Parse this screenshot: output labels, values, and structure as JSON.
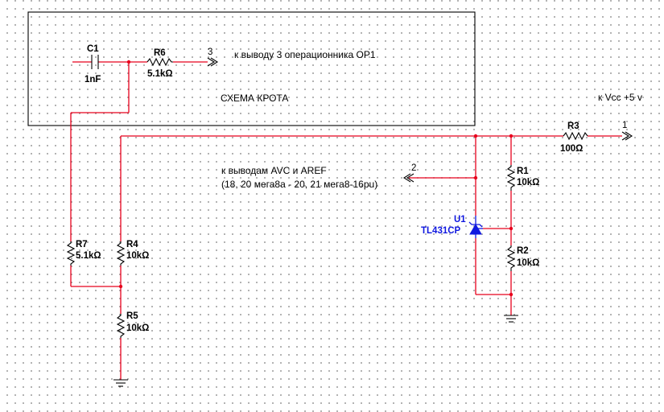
{
  "subcircuit": {
    "caption": "СХЕМА КРОТА",
    "output_note": "к выводу 3 операционника OP1",
    "output_pin": "3"
  },
  "vcc": {
    "note": "к Vcc +5 v",
    "pin": "1"
  },
  "avc": {
    "note_line1": "к выводам AVC и AREF",
    "note_line2": "(18, 20 мега8а - 20, 21 мега8-16pu)",
    "pin": "2"
  },
  "components": {
    "c1": {
      "ref": "C1",
      "value": "1nF"
    },
    "r6": {
      "ref": "R6",
      "value": "5.1kΩ"
    },
    "r3": {
      "ref": "R3",
      "value": "100Ω"
    },
    "r1": {
      "ref": "R1",
      "value": "10kΩ"
    },
    "r2": {
      "ref": "R2",
      "value": "10kΩ"
    },
    "r4": {
      "ref": "R4",
      "value": "10kΩ"
    },
    "r5": {
      "ref": "R5",
      "value": "10kΩ"
    },
    "r7": {
      "ref": "R7",
      "value": "5.1kΩ"
    },
    "u1": {
      "ref": "U1",
      "value": "TL431CP"
    }
  },
  "colors": {
    "wire": "#e8001c",
    "component": "#000000",
    "ic_label": "#1018e0",
    "grid_dot": "#9a9a9a"
  }
}
